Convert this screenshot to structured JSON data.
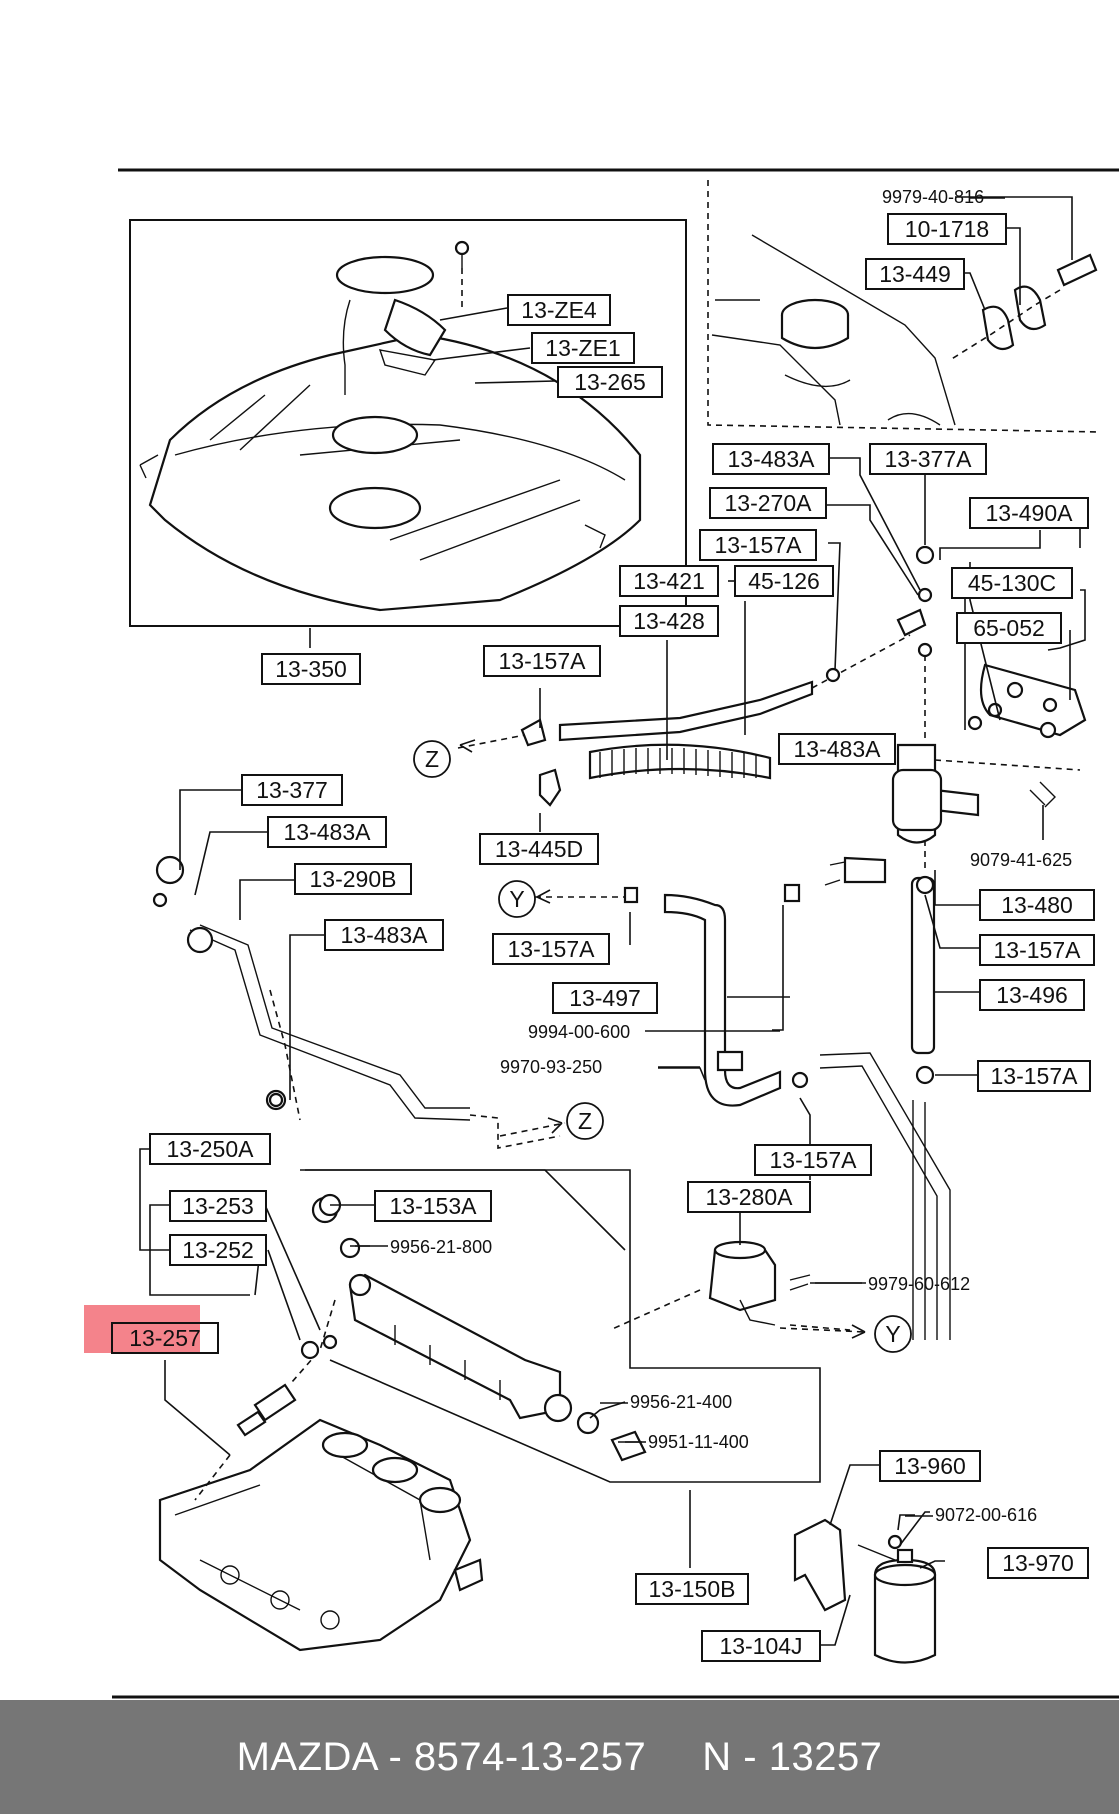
{
  "footer": {
    "part_number": "MAZDA - 8574-13-257",
    "alt_number": "N - 13257"
  },
  "highlight": {
    "color": "#f05a64",
    "label": "13-257"
  },
  "callouts": [
    "10-1718",
    "13-449",
    "13-ZE4",
    "13-ZE1",
    "13-265",
    "13-350",
    "13-483A",
    "13-377A",
    "13-270A",
    "13-157A",
    "13-421",
    "45-126",
    "13-428",
    "13-157A",
    "13-490A",
    "45-130C",
    "65-052",
    "13-483A",
    "13-445D",
    "13-377",
    "13-483A",
    "13-290B",
    "13-483A",
    "13-157A",
    "13-497",
    "13-480",
    "13-157A",
    "13-496",
    "13-157A",
    "13-157A",
    "13-250A",
    "13-253",
    "13-252",
    "13-153A",
    "13-280A",
    "13-150B",
    "13-960",
    "13-970",
    "13-104J",
    "13-257"
  ],
  "plain_labels": [
    "9979-40-816",
    "9079-41-625",
    "9994-00-600",
    "9970-93-250",
    "9956-21-800",
    "9979-60-612",
    "9956-21-400",
    "9951-11-400",
    "9072-00-616"
  ],
  "markers": [
    "Z",
    "Z",
    "Y",
    "Y"
  ]
}
